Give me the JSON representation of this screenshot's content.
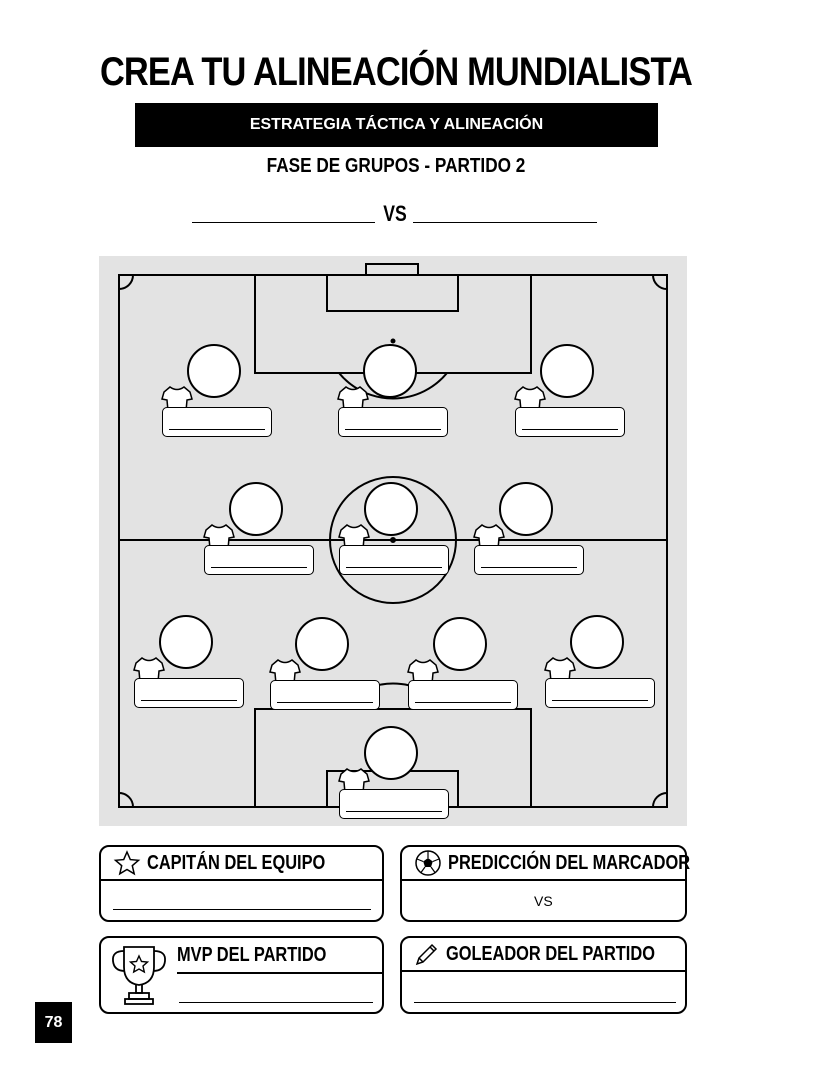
{
  "header": {
    "title": "CREA TU ALINEACIÓN MUNDIALISTA",
    "banner": "ESTRATEGIA TÁCTICA Y ALINEACIÓN",
    "phase": "FASE DE GRUPOS - PARTIDO 2",
    "vs": "VS"
  },
  "formation": {
    "players": 11,
    "rows": [
      "3 delanteros",
      "3 mediocampistas",
      "4 defensas",
      "1 portero"
    ]
  },
  "cards": {
    "captain": {
      "label": "CAPITÁN DEL EQUIPO",
      "icon": "star-icon"
    },
    "prediction": {
      "label": "PREDICCIÓN DEL MARCADOR",
      "icon": "soccer-ball-icon",
      "vs": "VS"
    },
    "mvp": {
      "label": "MVP DEL PARTIDO",
      "icon": "trophy-icon"
    },
    "scorer": {
      "label": "GOLEADOR DEL PARTIDO",
      "icon": "pencil-icon"
    }
  },
  "page_number": "78"
}
